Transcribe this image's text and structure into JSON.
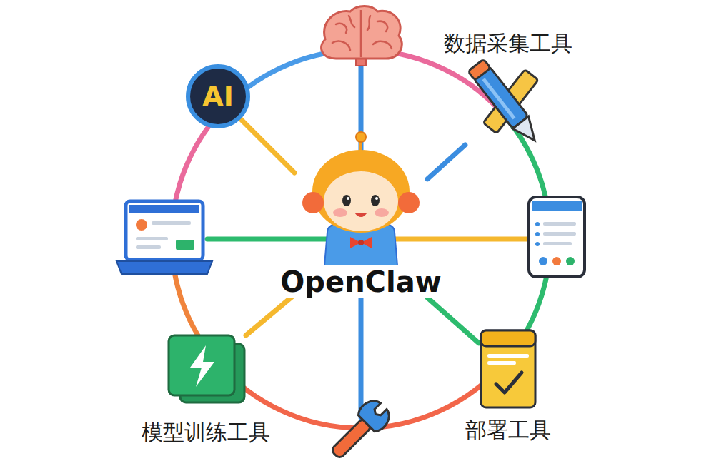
{
  "diagram": {
    "nodes": [
      {
        "text": [
          "OpenClaw"
        ]
      },
      {
        "text": [
          "AI"
        ]
      },
      {
        "text": [
          "数据采集工具"
        ]
      },
      {
        "text": [
          "模型训练工具"
        ]
      },
      {
        "text": [
          "部署工具"
        ]
      }
    ],
    "edges": [
      {
        "from": 0,
        "to": 1,
        "arrow": "none"
      },
      {
        "from": 0,
        "to": 2,
        "arrow": "none"
      },
      {
        "from": 0,
        "to": 3,
        "arrow": "none"
      },
      {
        "from": 0,
        "to": 4,
        "arrow": "none"
      }
    ]
  }
}
